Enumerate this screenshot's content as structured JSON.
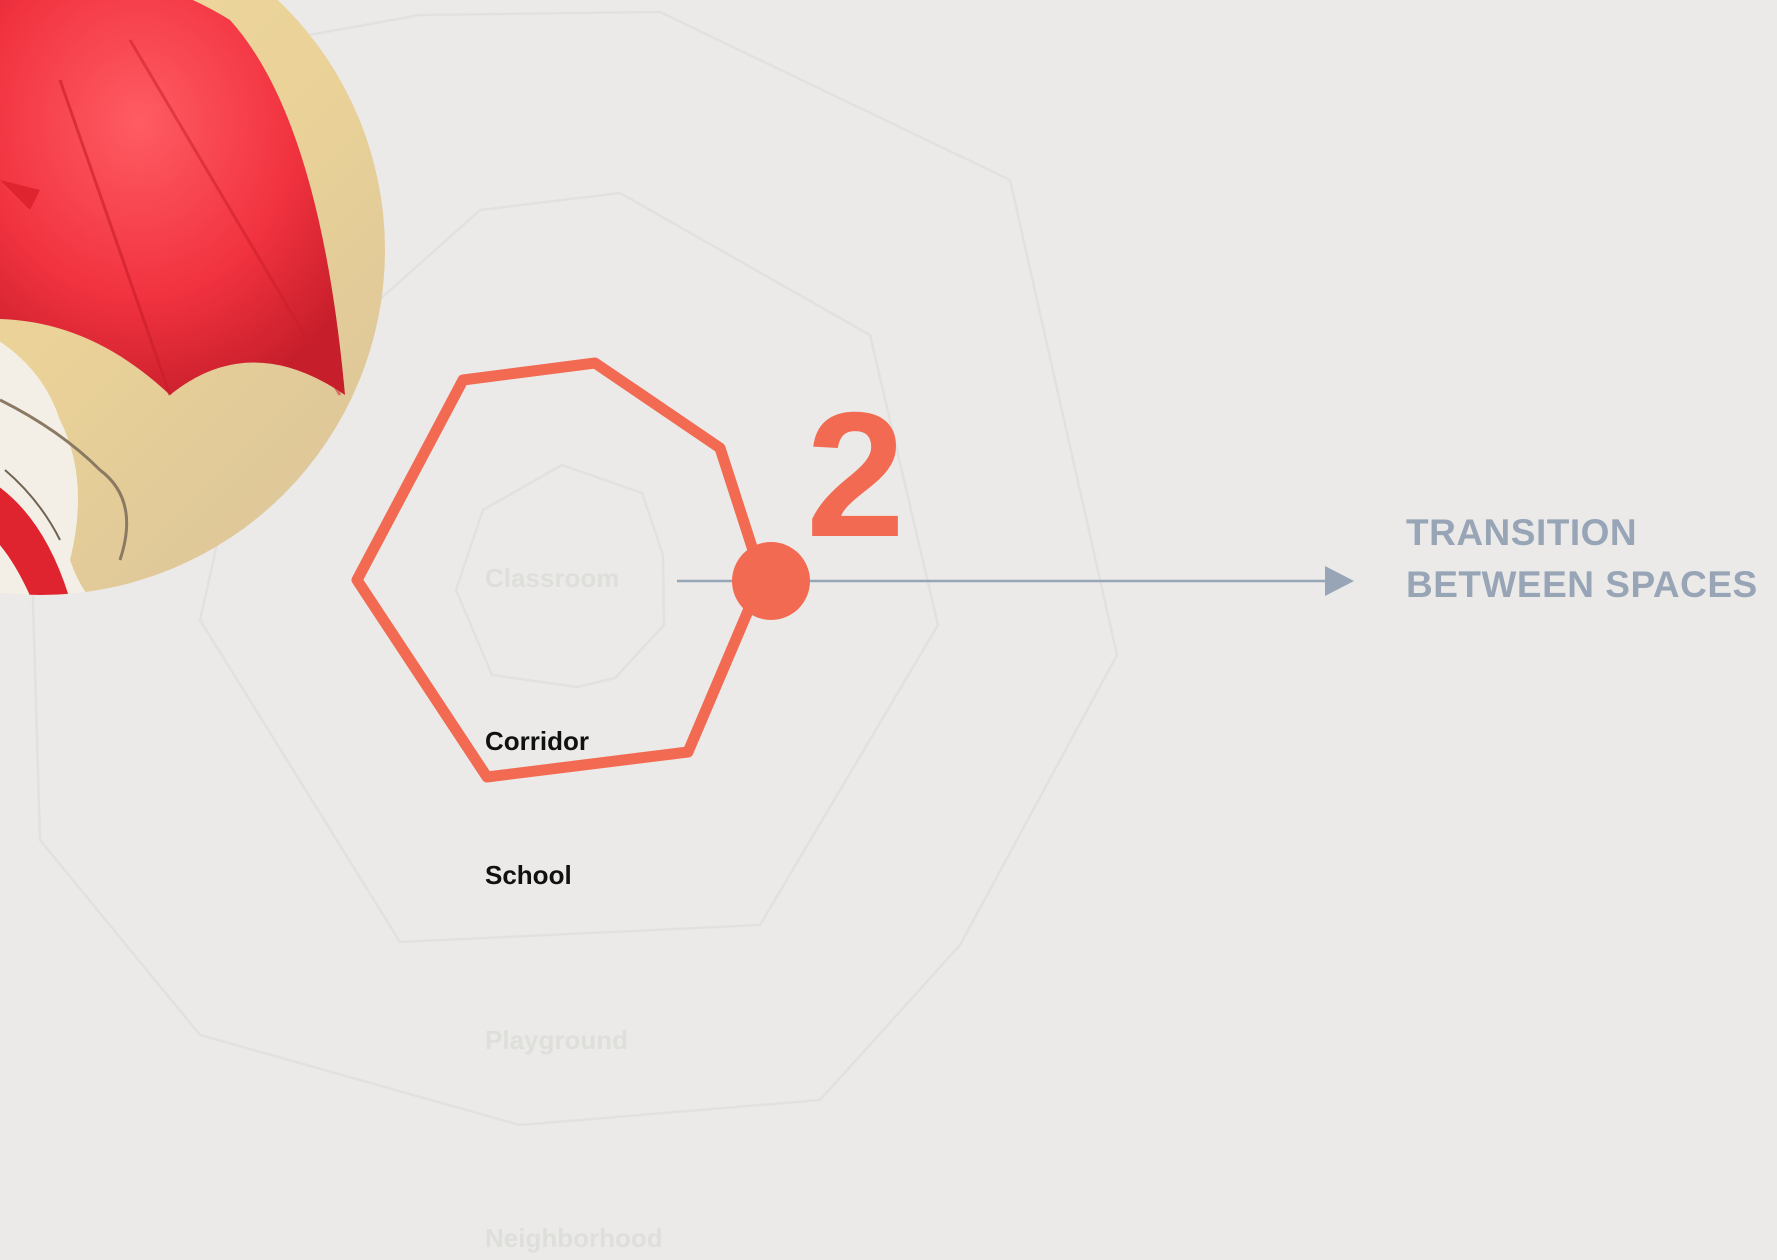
{
  "diagram": {
    "step_number": "2",
    "rings": [
      {
        "label": "Classroom",
        "state": "faded"
      },
      {
        "label": "Corridor",
        "state": "active"
      },
      {
        "label": "School",
        "state": "active"
      },
      {
        "label": "Playground",
        "state": "faded"
      },
      {
        "label": "Neighborhood",
        "state": "faded"
      }
    ],
    "callout": {
      "line1": "TRANSITION",
      "line2": "BETWEEN SPACES"
    },
    "photo": {
      "subject": "child with red umbrella at the beach"
    }
  },
  "colors": {
    "background": "#ebeae8",
    "accent": "#f26a52",
    "faint_ring": "#e2e1de",
    "connector": "#97a5b7",
    "active_text": "#111111",
    "faded_text": "#dededb"
  }
}
